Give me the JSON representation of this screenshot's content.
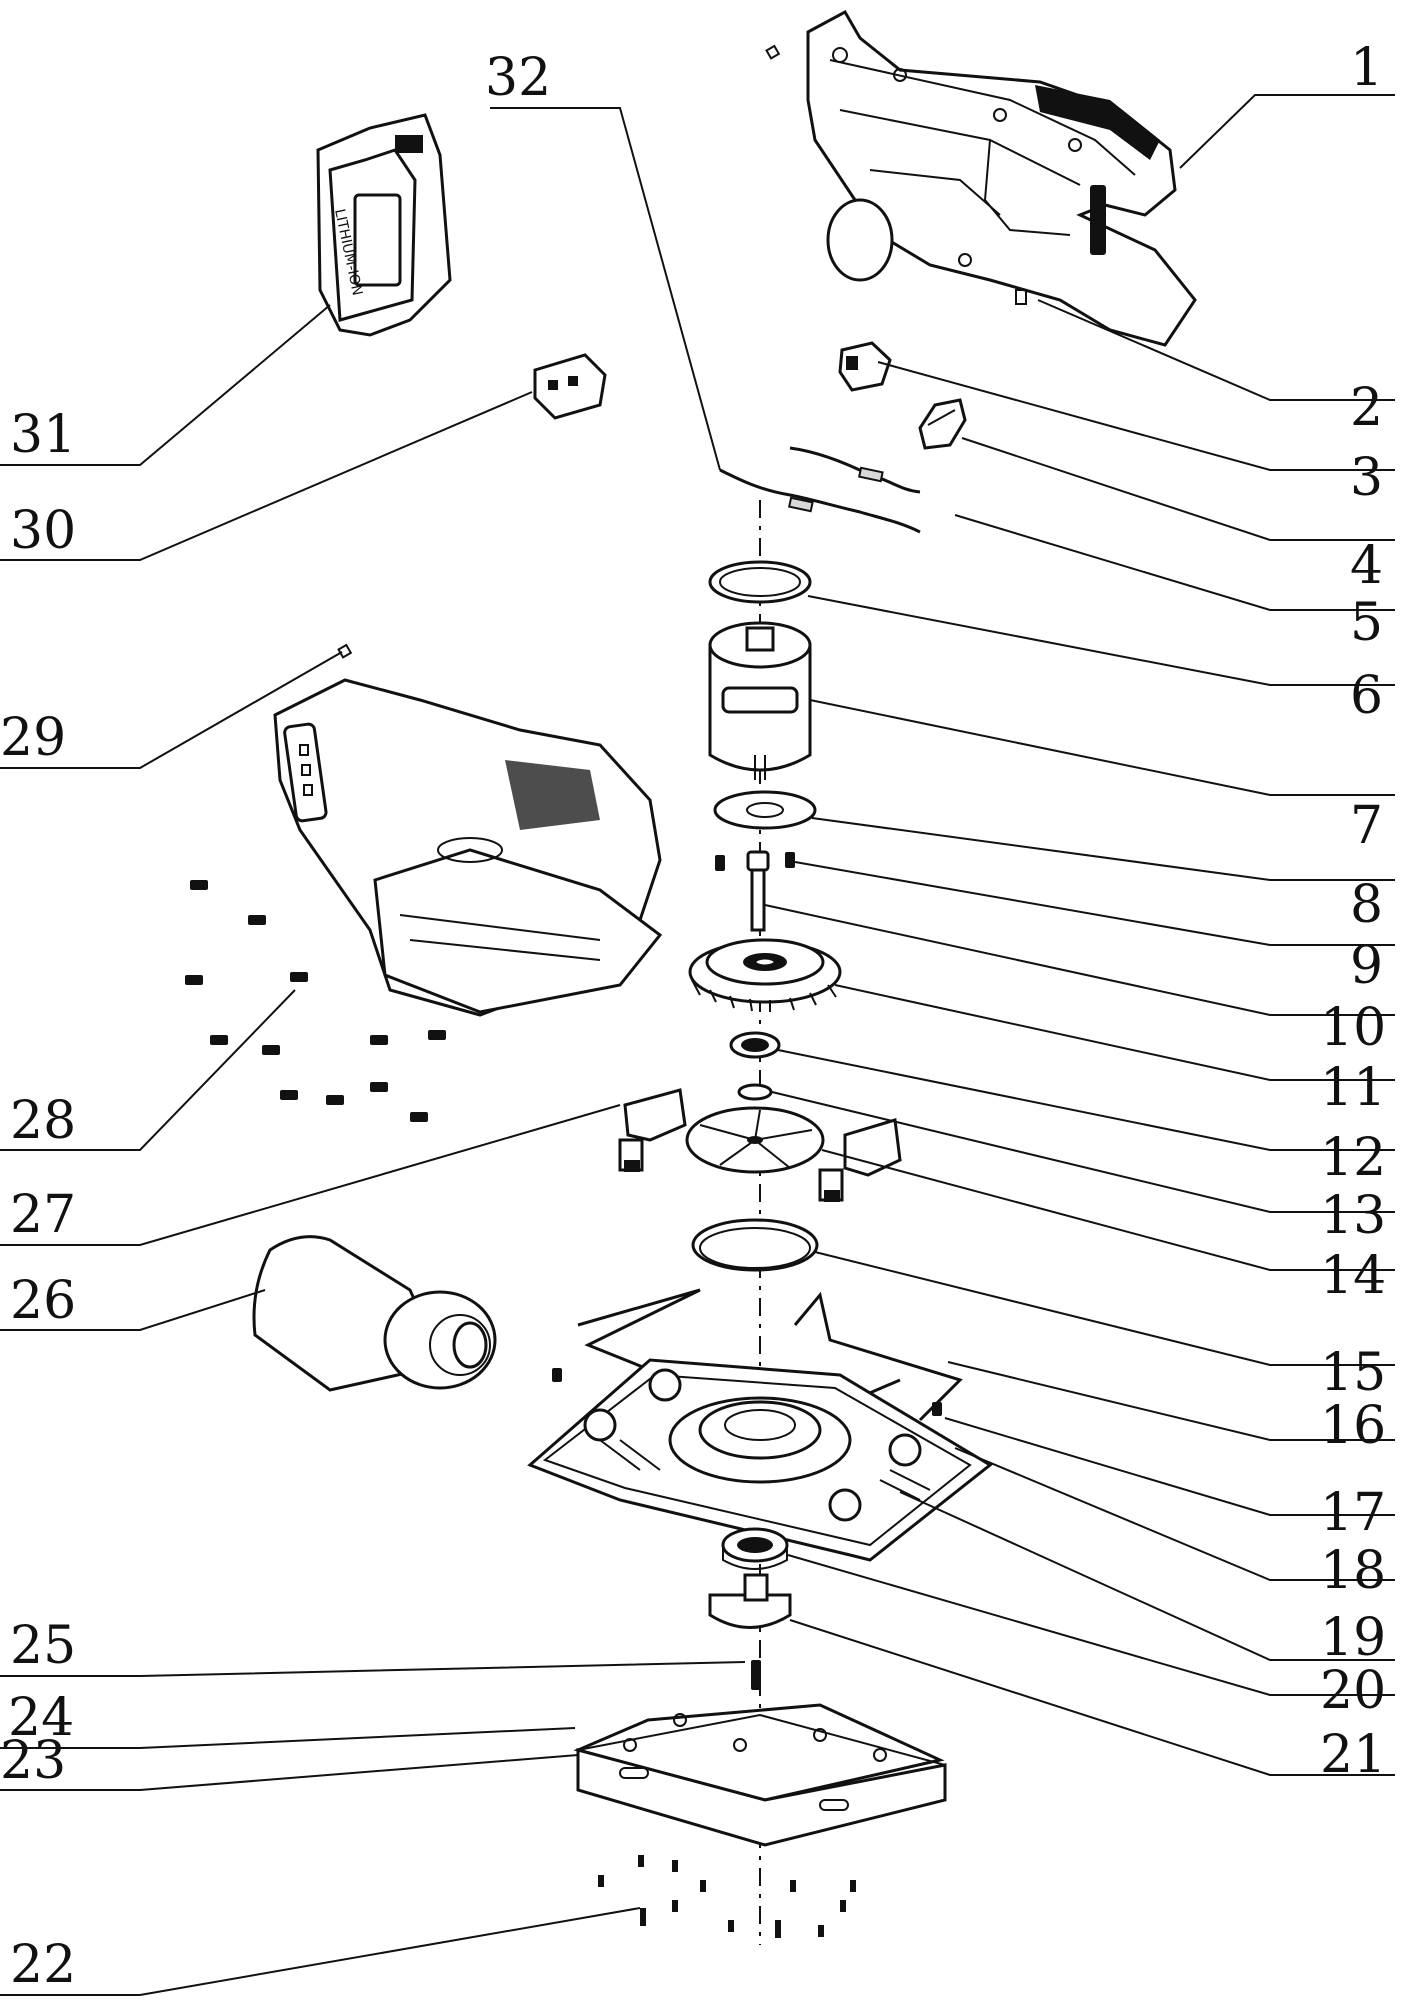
{
  "labels": {
    "p1": "1",
    "p2": "2",
    "p3": "3",
    "p4": "4",
    "p5": "5",
    "p6": "6",
    "p7": "7",
    "p8": "8",
    "p9": "9",
    "p10": "10",
    "p11": "11",
    "p12": "12",
    "p13": "13",
    "p14": "14",
    "p15": "15",
    "p16": "16",
    "p17": "17",
    "p18": "18",
    "p19": "19",
    "p20": "20",
    "p21": "21",
    "p22": "22",
    "p23": "23",
    "p24": "24",
    "p25": "25",
    "p26": "26",
    "p27": "27",
    "p28": "28",
    "p29": "29",
    "p30": "30",
    "p31": "31",
    "p32": "32"
  },
  "battery_text": "LITHIUM-ION"
}
